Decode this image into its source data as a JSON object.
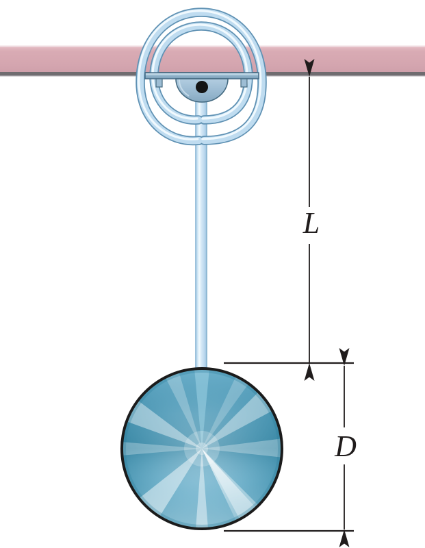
{
  "figure": {
    "title": "Torsional pendulum suspended from ceiling",
    "type": "physics-diagram"
  },
  "labels": {
    "length": "L",
    "diameter": "D"
  },
  "parts": {
    "ceiling": "ceiling-band",
    "coil": "torsion-spring-coil",
    "pivot": "pivot-mount",
    "rod": "suspension-rod",
    "disk": "metal-disk"
  },
  "colors": {
    "ceiling_fill": "#d8a9b2",
    "ceiling_edge": "#7b7b7b",
    "coil_tube": "#b6d8ef",
    "coil_edge": "#6f9dbd",
    "rod_fill": "#cfe4f4",
    "rod_edge": "#93bdd9",
    "disk_light": "#e8f4fb",
    "disk_mid": "#8fc3dc",
    "disk_dark": "#2a7a96",
    "disk_outline": "#1b1b1b",
    "bracket_fill": "#9dbdd4",
    "bracket_edge": "#4a6e86",
    "pivot_dot": "#141414",
    "dimension_line": "#201c1c"
  },
  "dimensions": {
    "length_measure_from": "ceiling",
    "length_measure_to": "disk-top",
    "diameter_measure_from": "disk-top",
    "diameter_measure_to": "disk-bottom"
  }
}
